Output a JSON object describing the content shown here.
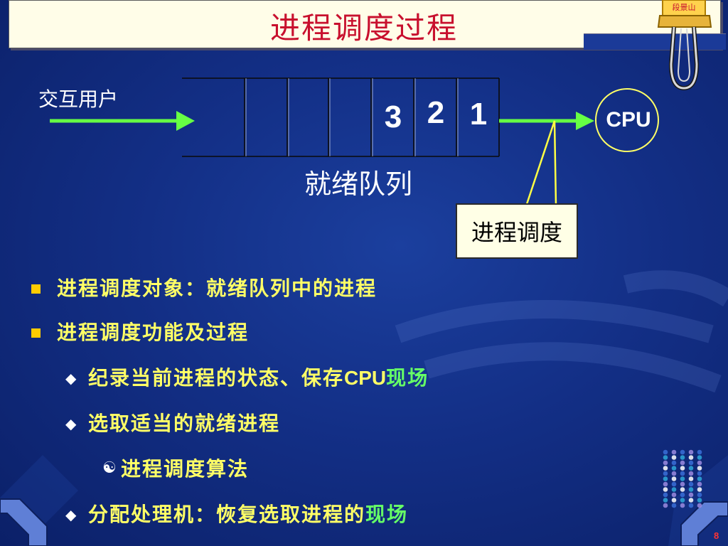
{
  "slide": {
    "title": "进程调度过程",
    "clip_label": "段景山",
    "page_number": "8"
  },
  "diagram": {
    "user_label": "交互用户",
    "queue_numbers": [
      "3",
      "2",
      "1"
    ],
    "queue_label": "就绪队列",
    "cpu_label": "CPU",
    "scheduler_label": "进程调度"
  },
  "bullets": [
    {
      "text": "进程调度对象：就绪队列中的进程"
    },
    {
      "text": "进程调度功能及过程"
    }
  ],
  "sub_bullets": [
    {
      "text": "纪录当前进程的状态、保存",
      "cpu": "CPU",
      "tail": "现场"
    },
    {
      "text": "选取适当的就绪进程"
    },
    {
      "text": "进程调度算法"
    },
    {
      "text": "分配处理机：恢复选取进程的",
      "tail": "现场"
    }
  ],
  "colors": {
    "background": "#132f86",
    "title": "#c8102e",
    "bullet_text": "#ffff66",
    "highlight": "#66ff66",
    "arrow": "#66ff44"
  }
}
